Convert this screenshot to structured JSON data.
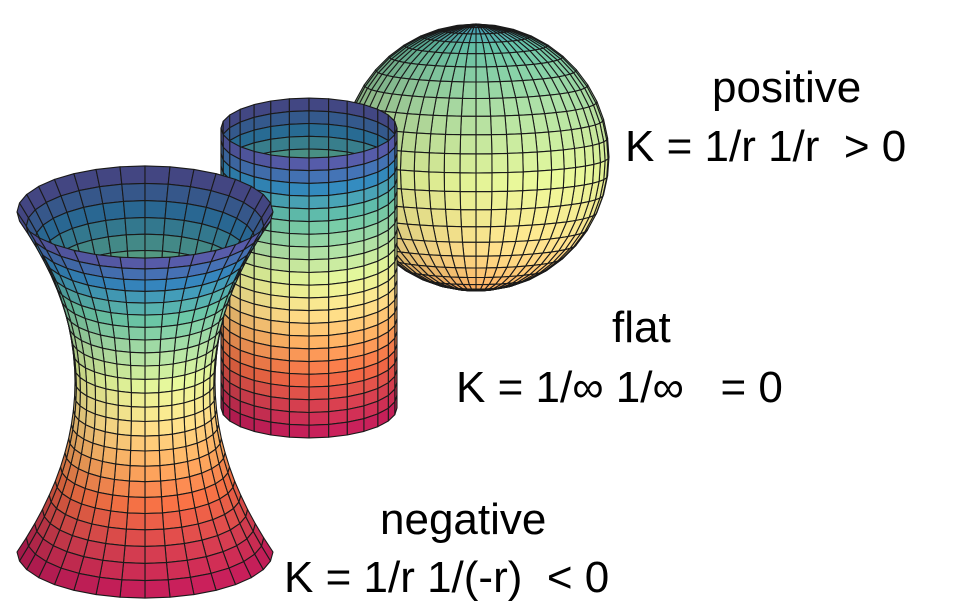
{
  "surfaces": [
    {
      "id": "sphere",
      "label": "positive",
      "formula": "K = 1/r 1/r  > 0"
    },
    {
      "id": "cylinder",
      "label": "flat",
      "formula": "K = 1/∞ 1/∞   = 0"
    },
    {
      "id": "hyperboloid",
      "label": "negative",
      "formula": "K = 1/r 1/(-r)  < 0"
    }
  ],
  "colors": {
    "spectral": [
      "#5e4fa2",
      "#3288bd",
      "#66c2a5",
      "#abdda4",
      "#e6f598",
      "#fee08b",
      "#fdae61",
      "#f46d43",
      "#d53e4f",
      "#c2185b"
    ],
    "mesh": "#1a1a1a",
    "text": "#000000"
  }
}
